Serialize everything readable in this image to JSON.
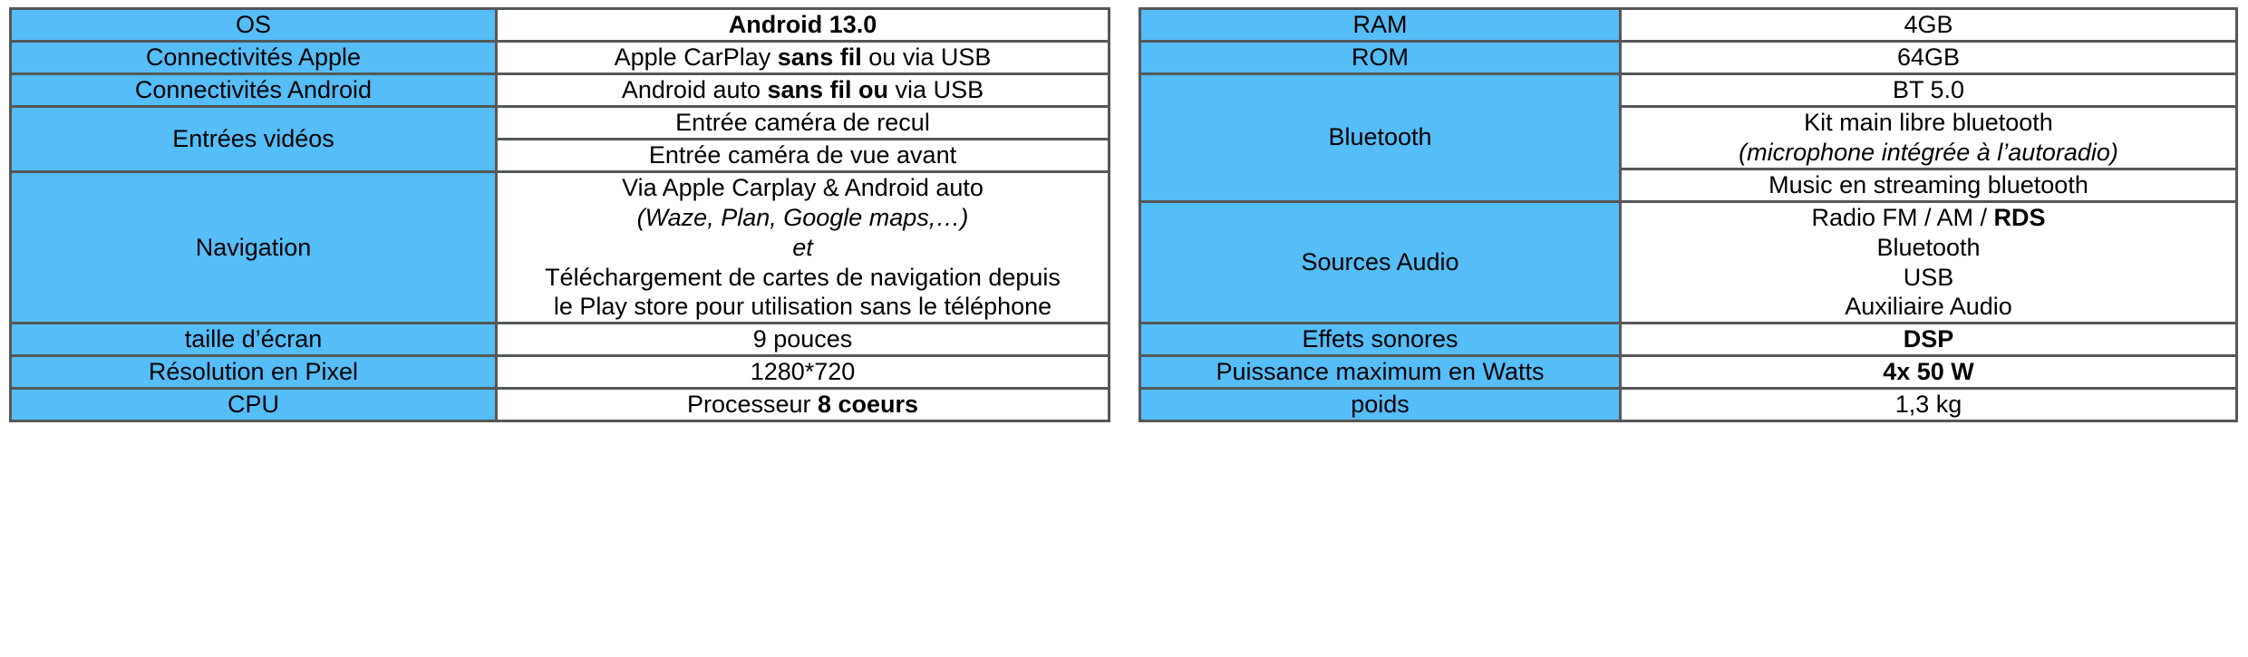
{
  "colors": {
    "label_background": "#55bdf8",
    "border": "#555759",
    "value_background": "#ffffff",
    "text": "#000000"
  },
  "tables": [
    {
      "id": "left",
      "name": "specifications-table-left",
      "rows": [
        {
          "label": "OS",
          "label_rowspan": 1,
          "values": [
            {
              "segments": [
                {
                  "text": "Android 13.0",
                  "style": "bold"
                }
              ]
            }
          ]
        },
        {
          "label": "Connectivités Apple",
          "label_rowspan": 1,
          "values": [
            {
              "segments": [
                {
                  "text": "Apple CarPlay ",
                  "style": "normal"
                },
                {
                  "text": "sans fil",
                  "style": "bold"
                },
                {
                  "text": " ou via USB",
                  "style": "normal"
                }
              ]
            }
          ]
        },
        {
          "label": "Connectivités Android",
          "label_rowspan": 1,
          "values": [
            {
              "segments": [
                {
                  "text": "Android auto ",
                  "style": "normal"
                },
                {
                  "text": "sans fil ou",
                  "style": "bold"
                },
                {
                  "text": " via USB",
                  "style": "normal"
                }
              ]
            }
          ]
        },
        {
          "label": "Entrées vidéos",
          "label_rowspan": 2,
          "values": [
            {
              "segments": [
                {
                  "text": "Entrée caméra de recul",
                  "style": "normal"
                }
              ]
            },
            {
              "segments": [
                {
                  "text": "Entrée caméra de vue avant",
                  "style": "normal"
                }
              ]
            }
          ]
        },
        {
          "label": "Navigation",
          "label_rowspan": 1,
          "values": [
            {
              "lines": [
                [
                  {
                    "text": "Via Apple Carplay & Android auto",
                    "style": "normal"
                  }
                ],
                [
                  {
                    "text": "(Waze, Plan, Google maps,…)",
                    "style": "italic"
                  }
                ],
                [
                  {
                    "text": "et",
                    "style": "italic"
                  }
                ],
                [
                  {
                    "text": "Téléchargement de cartes de navigation depuis",
                    "style": "normal"
                  }
                ],
                [
                  {
                    "text": "le Play store pour utilisation sans le téléphone",
                    "style": "normal"
                  }
                ]
              ]
            }
          ]
        },
        {
          "label": "taille d’écran",
          "label_rowspan": 1,
          "values": [
            {
              "segments": [
                {
                  "text": "9 pouces",
                  "style": "normal"
                }
              ]
            }
          ]
        },
        {
          "label": "Résolution en Pixel",
          "label_rowspan": 1,
          "values": [
            {
              "segments": [
                {
                  "text": "1280*720",
                  "style": "normal"
                }
              ]
            }
          ]
        },
        {
          "label": "CPU",
          "label_rowspan": 1,
          "values": [
            {
              "segments": [
                {
                  "text": "Processeur ",
                  "style": "normal"
                },
                {
                  "text": "8 coeurs",
                  "style": "bold"
                }
              ]
            }
          ]
        }
      ]
    },
    {
      "id": "right",
      "name": "specifications-table-right",
      "rows": [
        {
          "label": "RAM",
          "label_rowspan": 1,
          "values": [
            {
              "segments": [
                {
                  "text": "4GB",
                  "style": "normal"
                }
              ]
            }
          ]
        },
        {
          "label": "ROM",
          "label_rowspan": 1,
          "values": [
            {
              "segments": [
                {
                  "text": "64GB",
                  "style": "normal"
                }
              ]
            }
          ]
        },
        {
          "label": "Bluetooth",
          "label_rowspan": 3,
          "values": [
            {
              "segments": [
                {
                  "text": "BT 5.0",
                  "style": "normal"
                }
              ]
            },
            {
              "lines": [
                [
                  {
                    "text": "Kit main libre bluetooth",
                    "style": "normal"
                  }
                ],
                [
                  {
                    "text": "(microphone intégrée à l’autoradio)",
                    "style": "italic"
                  }
                ]
              ]
            },
            {
              "segments": [
                {
                  "text": "Music en streaming bluetooth",
                  "style": "normal"
                }
              ]
            }
          ]
        },
        {
          "label": "Sources Audio",
          "label_rowspan": 1,
          "values": [
            {
              "lines": [
                [
                  {
                    "text": "Radio FM / AM / ",
                    "style": "normal"
                  },
                  {
                    "text": "RDS",
                    "style": "bold"
                  }
                ],
                [
                  {
                    "text": "Bluetooth",
                    "style": "normal"
                  }
                ],
                [
                  {
                    "text": "USB",
                    "style": "normal"
                  }
                ],
                [
                  {
                    "text": "Auxiliaire Audio",
                    "style": "normal"
                  }
                ]
              ]
            }
          ]
        },
        {
          "label": "Effets sonores",
          "label_rowspan": 1,
          "values": [
            {
              "segments": [
                {
                  "text": "DSP",
                  "style": "bold"
                }
              ]
            }
          ]
        },
        {
          "label": "Puissance maximum  en Watts",
          "label_rowspan": 1,
          "values": [
            {
              "segments": [
                {
                  "text": "4x 50 W",
                  "style": "bold"
                }
              ]
            }
          ]
        },
        {
          "label": "poids",
          "label_rowspan": 1,
          "values": [
            {
              "segments": [
                {
                  "text": "1,3 kg",
                  "style": "normal"
                }
              ]
            }
          ]
        }
      ]
    }
  ]
}
